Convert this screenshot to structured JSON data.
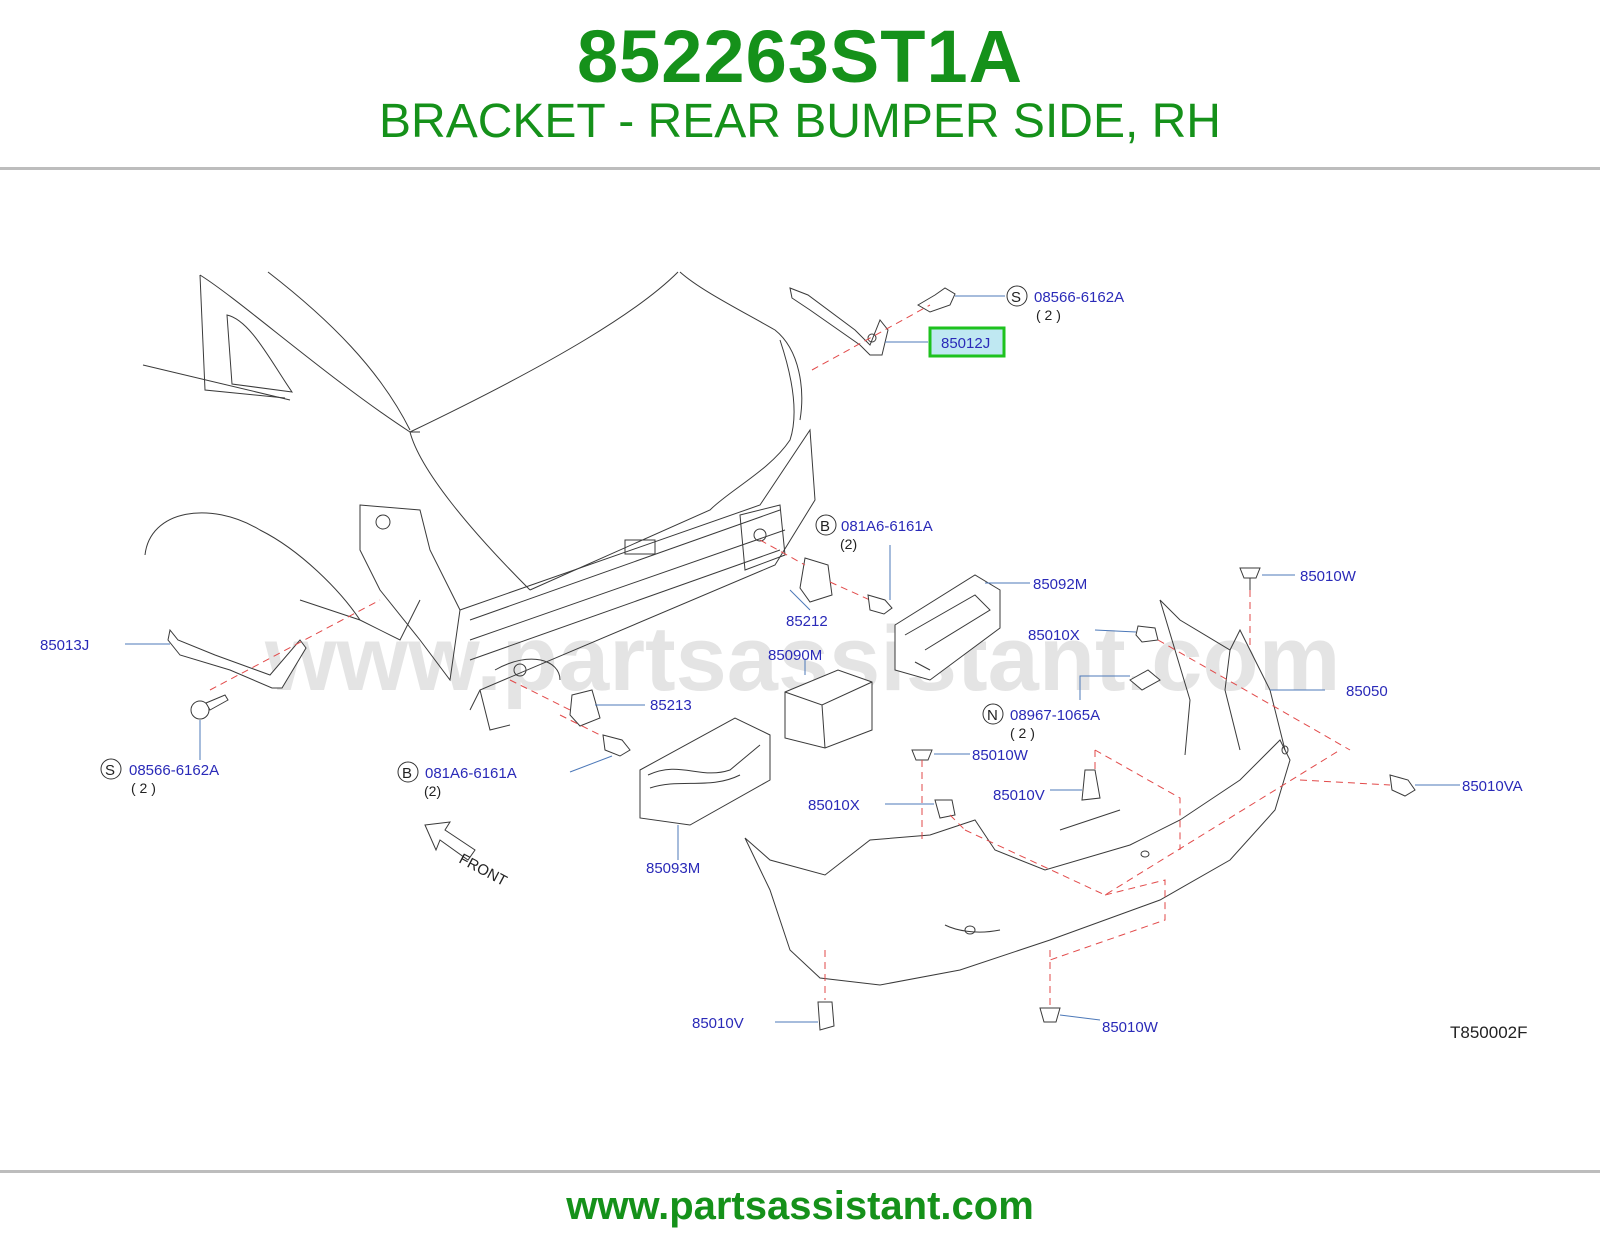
{
  "header": {
    "part_number": "852263ST1A",
    "description": "BRACKET - REAR BUMPER SIDE, RH"
  },
  "diagram": {
    "watermark": "www.partsassistant.com",
    "drawing_code": "T850002F",
    "front_label": "FRONT",
    "labels": {
      "l_08566_top": "08566-6162A",
      "l_qty_top": "( 2 )",
      "l_85012J": "85012J",
      "l_081A6_right": "081A6-6161A",
      "l_qty_right": "(2)",
      "l_85092M": "85092M",
      "l_85212": "85212",
      "l_85010W_a": "85010W",
      "l_85010X_a": "85010X",
      "l_85090M": "85090M",
      "l_85050": "85050",
      "l_08967": "08967-1065A",
      "l_qty_n": "( 2 )",
      "l_85013J": "85013J",
      "l_85213": "85213",
      "l_08566_left": "08566-6162A",
      "l_qty_left": "( 2 )",
      "l_081A6_left": "081A6-6161A",
      "l_qty_left2": "(2)",
      "l_85010W_b": "85010W",
      "l_85010V_a": "85010V",
      "l_85010X_b": "85010X",
      "l_85010VA": "85010VA",
      "l_85093M": "85093M",
      "l_85010V_b": "85010V",
      "l_85010W_c": "85010W"
    },
    "code_letters": {
      "s_top": "S",
      "b_right": "B",
      "n_mark": "N",
      "s_left": "S",
      "b_left": "B"
    },
    "highlight_color": "#1ec21e",
    "label_color": "#2a2ab8",
    "leader_color": "#4c78b8",
    "dash_color": "#e24a4a"
  },
  "footer": {
    "url": "www.partsassistant.com"
  },
  "colors": {
    "brand_green": "#15911a",
    "rule_gray": "#bdbdbd"
  }
}
